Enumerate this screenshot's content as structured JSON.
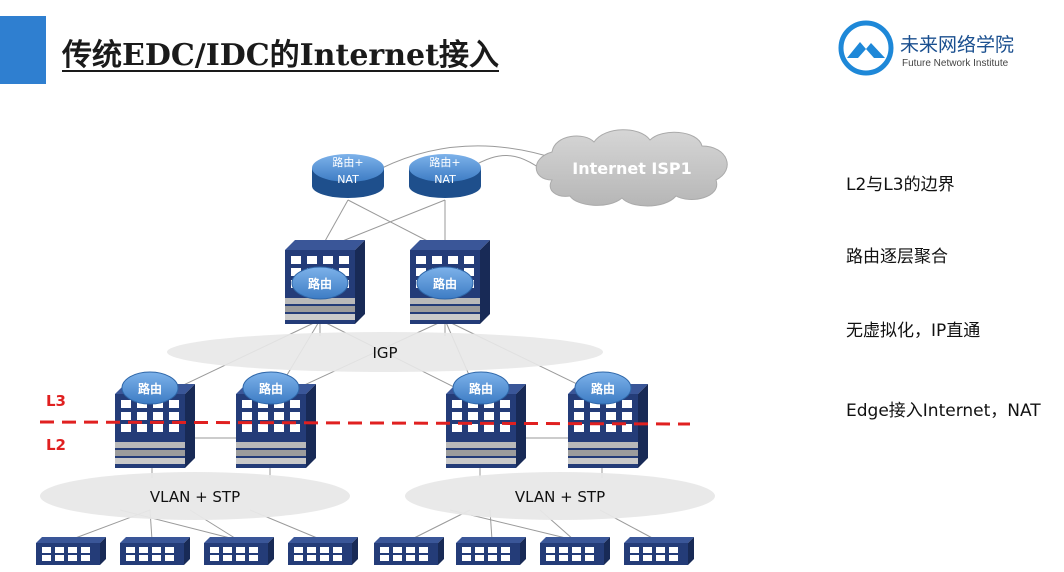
{
  "title": "传统EDC/IDC的Internet接入",
  "logo": {
    "name": "未来网络学院",
    "subtitle": "Future Network Institute",
    "icon": "mountain-circle-logo-icon",
    "color": "#1e88d8"
  },
  "colors": {
    "accent_bar": "#2f7fd0",
    "router_disc": "#4d8fd6",
    "switch_body": "#243c78",
    "boundary_line": "#e02020",
    "ellipse_fill": "#e8e8e8",
    "cloud_fill": "#c9c9c9"
  },
  "diagram": {
    "cloud_label": "Internet ISP1",
    "edge_router_label_line1": "路由+",
    "edge_router_label_line2": "NAT",
    "router_label": "路由",
    "igp_label": "IGP",
    "vlan_left_label": "VLAN + STP",
    "vlan_right_label": "VLAN + STP",
    "l3_label": "L3",
    "l2_label": "L2"
  },
  "notes": [
    "L2与L3的边界",
    "路由逐层聚合",
    "无虚拟化，IP直通",
    "Edge接入Internet，NAT"
  ]
}
